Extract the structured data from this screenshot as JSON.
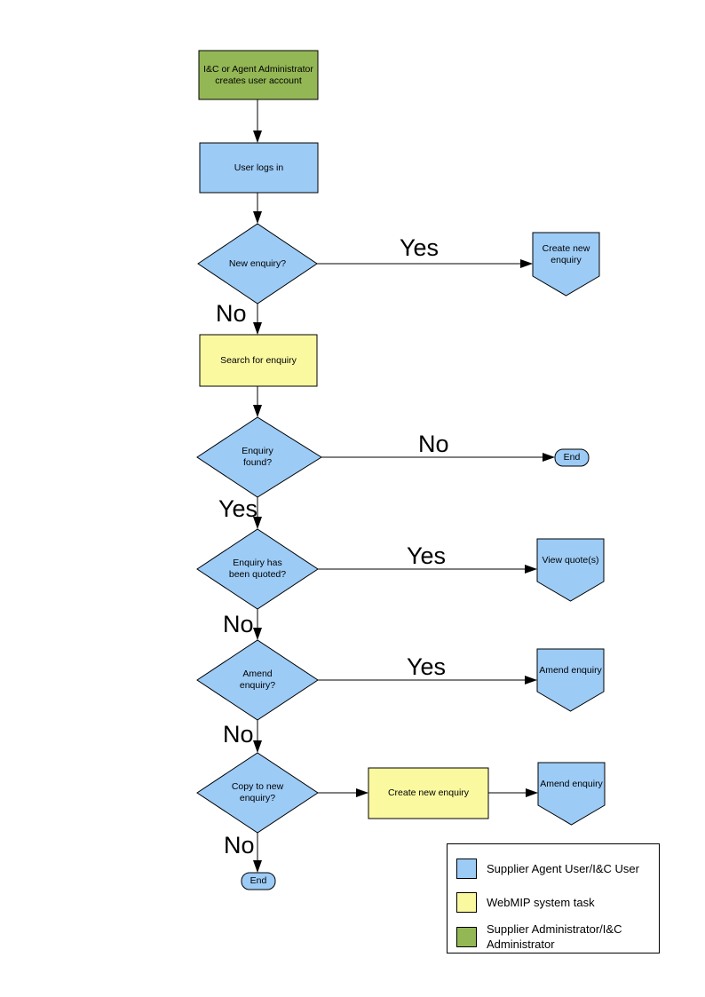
{
  "nodes": {
    "start": "I&C or Agent Administrator creates user account",
    "login": "User logs in",
    "new_enquiry_q": "New enquiry?",
    "create_new_enquiry": "Create new enquiry",
    "search_for_enquiry": "Search for enquiry",
    "enquiry_found_q": "Enquiry found?",
    "end_1": "End",
    "enquiry_quoted_q": "Enquiry has been quoted?",
    "view_quotes": "View quote(s)",
    "amend_enquiry_q": "Amend enquiry?",
    "amend_enquiry": "Amend enquiry",
    "copy_to_new_q": "Copy to new enquiry?",
    "create_new_enquiry_task": "Create new enquiry",
    "amend_enquiry_2": "Amend enquiry",
    "end_2": "End"
  },
  "edge_labels": {
    "yes_1": "Yes",
    "no_1": "No",
    "no_2": "No",
    "yes_2": "Yes",
    "yes_3": "Yes",
    "no_3": "No",
    "yes_4": "Yes",
    "no_4": "No",
    "no_5": "No"
  },
  "legend": {
    "items": [
      {
        "label": "Supplier Agent User/I&C User"
      },
      {
        "label": "WebMIP system task"
      },
      {
        "label": "Supplier Administrator/I&C Administrator"
      }
    ]
  },
  "colors": {
    "user_task": "#9CCBF6",
    "system_task": "#FAF9A0",
    "admin_task": "#94B755",
    "outline": "#000000"
  }
}
